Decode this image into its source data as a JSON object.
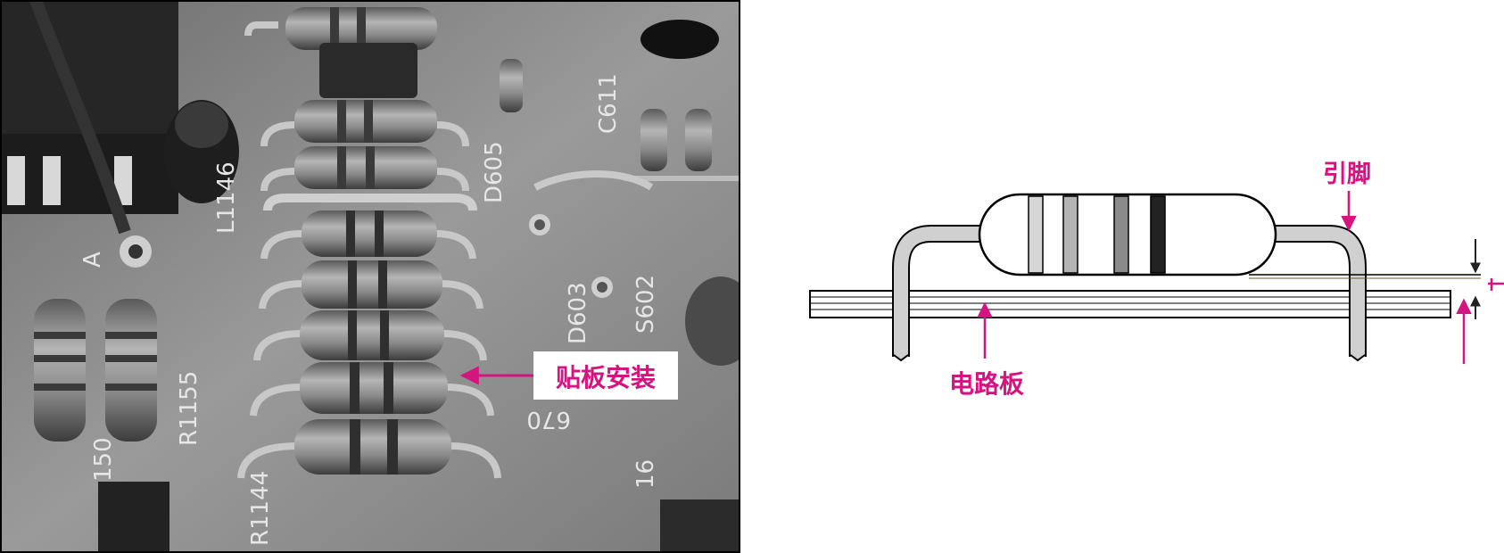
{
  "photo": {
    "callout_label": "贴板安装",
    "silkscreen": [
      "D605",
      "D603",
      "R1155",
      "R1144",
      "L1146",
      "S602",
      "C611",
      "A",
      "150",
      "16",
      "670"
    ]
  },
  "diagram": {
    "label_lead": "引脚",
    "label_board": "电路板"
  },
  "colors": {
    "accent": "#d4147f",
    "board_gray": "#8f8f8f",
    "resistor_body": "#7e7e7e"
  }
}
